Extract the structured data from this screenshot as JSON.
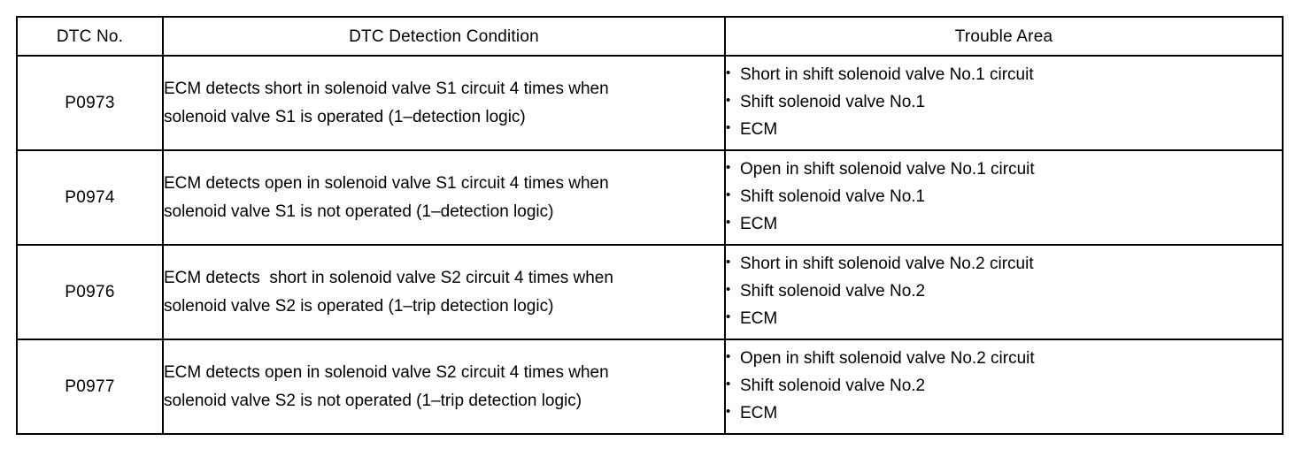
{
  "table": {
    "headers": [
      {
        "key": "dtc_no",
        "label": "DTC No."
      },
      {
        "key": "detection_condition",
        "label": "DTC Detection Condition"
      },
      {
        "key": "trouble_area",
        "label": "Trouble Area"
      }
    ],
    "rows": [
      {
        "dtc_no": "P0973",
        "condition_lines": [
          "ECM detects short in solenoid valve S1 circuit 4 times when",
          "solenoid valve S1 is operated (1–detection logic)"
        ],
        "trouble_area": [
          "Short in shift solenoid valve No.1 circuit",
          "Shift solenoid valve No.1",
          "ECM"
        ]
      },
      {
        "dtc_no": "P0974",
        "condition_lines": [
          "ECM detects open in solenoid valve S1 circuit 4 times when",
          "solenoid valve S1 is not operated (1–detection logic)"
        ],
        "trouble_area": [
          "Open in shift solenoid valve No.1 circuit",
          "Shift solenoid valve No.1",
          "ECM"
        ]
      },
      {
        "dtc_no": "P0976",
        "condition_lines": [
          "ECM detects  short in solenoid valve S2 circuit 4 times when",
          "solenoid valve S2 is operated (1–trip detection logic)"
        ],
        "trouble_area": [
          "Short in shift solenoid valve No.2 circuit",
          "Shift solenoid valve No.2",
          "ECM"
        ]
      },
      {
        "dtc_no": "P0977",
        "condition_lines": [
          "ECM detects open in solenoid valve S2 circuit 4 times when",
          "solenoid valve S2 is not operated (1–trip detection logic)"
        ],
        "trouble_area": [
          "Open in shift solenoid valve No.2 circuit",
          "Shift solenoid valve No.2",
          "ECM"
        ]
      }
    ],
    "bullet_glyph": "•"
  },
  "colors": {
    "border": "#000000",
    "text": "#000000",
    "background": "#ffffff"
  }
}
